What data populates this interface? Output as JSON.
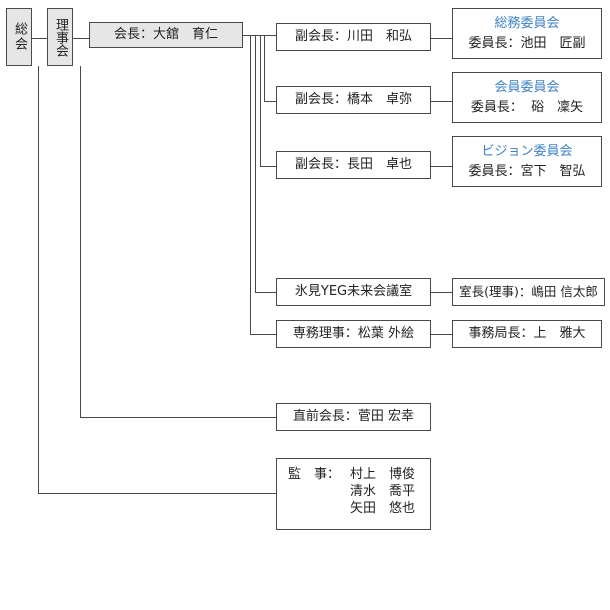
{
  "general_assembly": "総会",
  "board": "理事会",
  "president": "会長：大舘　育仁",
  "vice_presidents": [
    {
      "title": "副会長：川田　和弘",
      "committee": "総務委員会",
      "chair": "委員長：池田　匠副"
    },
    {
      "title": "副会長：橋本　卓弥",
      "committee": "会員委員会",
      "chair": "委員長：  硲　凜矢"
    },
    {
      "title": "副会長：長田　卓也",
      "committee": "ビジョン委員会",
      "chair": "委員長：宮下　智弘"
    }
  ],
  "future_room": {
    "title": "氷見YEG未来会議室",
    "head": "室長(理事)：嶋田 信太郎"
  },
  "executive_director": {
    "title": "専務理事：松葉 外絵",
    "office_head": "事務局長：上　雅大"
  },
  "former_president": "直前会長：菅田 宏幸",
  "auditors": {
    "label": "監　事：",
    "names": [
      "村上　博俊",
      "清水　喬平",
      "矢田　悠也"
    ]
  },
  "colors": {
    "committee_text": "#3d82c4",
    "header_fill": "#e6e6e6",
    "line": "#4a4a4a"
  }
}
